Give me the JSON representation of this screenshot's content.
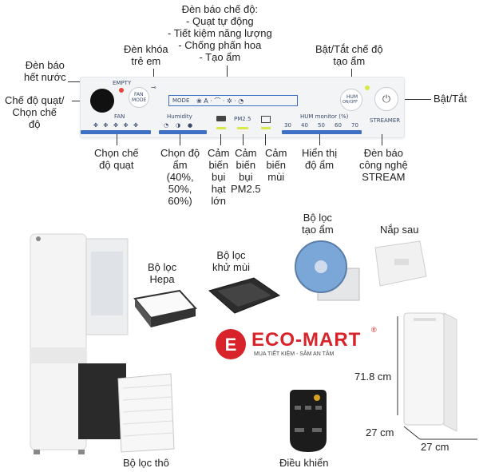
{
  "callouts": {
    "mode_indicator": [
      "Đèn báo chế độ:",
      "- Quạt tự động",
      "- Tiết kiệm năng lượng",
      "- Chống phấn hoa",
      "- Tạo ẩm"
    ],
    "child_lock": [
      "Đèn khóa",
      "trẻ em"
    ],
    "water_out": [
      "Đèn báo",
      "hết nước"
    ],
    "fan_mode": [
      "Chế độ quạt/",
      "Chọn chế",
      "độ"
    ],
    "hum_toggle": [
      "Bật/Tắt chế độ",
      "tạo ẩm"
    ],
    "power": [
      "Bật/Tắt"
    ],
    "fan_select": [
      "Chọn chế",
      "độ quạt"
    ],
    "humidity_select": [
      "Chọn độ",
      "ẩm",
      "(40%,",
      "50%,",
      "60%)"
    ],
    "dust_sensor": [
      "Cảm",
      "biến",
      "bụi",
      "hạt",
      "lớn"
    ],
    "pm25_sensor": [
      "Cảm",
      "biến",
      "bụi",
      "PM2.5"
    ],
    "odor_sensor": [
      "Cảm",
      "biến",
      "mùi"
    ],
    "humidity_display": [
      "Hiển thị",
      "độ ẩm"
    ],
    "streamer_light": [
      "Đèn báo",
      "công nghệ",
      "STREAM"
    ]
  },
  "panel": {
    "empty": "EMPTY",
    "fan_mode": "FAN\nMODE",
    "fan_mode_l1": "FAN",
    "fan_mode_l2": "MODE",
    "mode": "MODE",
    "fan": "FAN",
    "humidity": "Humidity",
    "pm25": "PM2.5",
    "hum_monitor": "HUM monitor",
    "hum_unit": "(%)",
    "hum_ticks": [
      "30",
      "40",
      "50",
      "60",
      "70"
    ],
    "hum_btn_l1": "HUM",
    "hum_btn_l2": "ON/OFF",
    "streamer": "STREAMER",
    "humidity_marks": [
      "40",
      "50",
      "60"
    ]
  },
  "parts": {
    "hepa": [
      "Bộ lọc",
      "Hepa"
    ],
    "deodor": [
      "Bộ lọc",
      "khử mùi"
    ],
    "humid_filter": [
      "Bộ lọc",
      "tạo ẩm"
    ],
    "back_cover": "Nắp sau",
    "pre_filter": "Bộ lọc thô",
    "remote": "Điều khiển"
  },
  "brand": {
    "logo": "ECO-MART",
    "reg": "®",
    "slogan": "MUA TIẾT KIỆM - SẮM AN TÂM"
  },
  "dimensions": {
    "height": "71.8 cm",
    "depth": "27 cm",
    "width": "27 cm"
  },
  "colors": {
    "accent_blue": "#3d6fc4",
    "brand_red": "#d8232a",
    "led_red": "#e8443a",
    "led_yellow": "#d8e84a"
  }
}
